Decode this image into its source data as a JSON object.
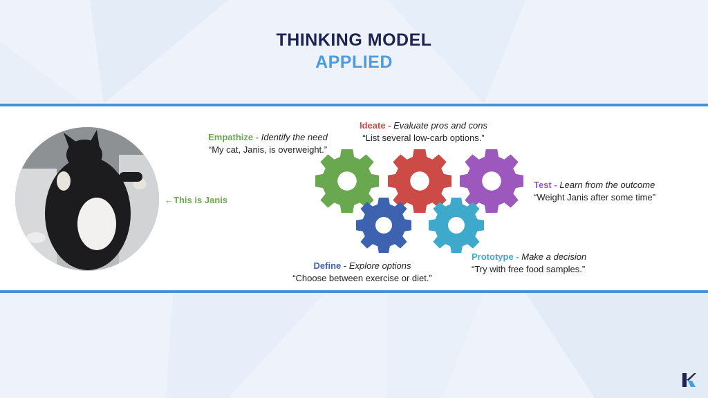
{
  "slide": {
    "title_line1": "THINKING MODEL",
    "title_line2": "APPLIED",
    "cat_label": "←This is Janis"
  },
  "stages": {
    "empathize": {
      "name": "Empathize",
      "separator": " - ",
      "description": "Identify the need",
      "quote": "“My cat, Janis, is overweight.”",
      "color": "#6aa84f"
    },
    "ideate": {
      "name": "Ideate",
      "separator": " - ",
      "description": "Evaluate pros and cons",
      "quote": "“List several low-carb options.”",
      "color": "#cc4b47"
    },
    "test": {
      "name": "Test",
      "separator": " - ",
      "description": "Learn from the outcome",
      "quote": "“Weight Janis after some time”",
      "color": "#9d58bd"
    },
    "define": {
      "name": "Define",
      "separator": " - ",
      "description": "Explore options",
      "quote": "“Choose between exercise or diet.”",
      "color": "#3d63b0"
    },
    "prototype": {
      "name": "Prototype",
      "separator": " - ",
      "description": "Make a decision",
      "quote": "“Try with free food samples.”",
      "color": "#3fa9cc"
    }
  },
  "colors": {
    "title_dark": "#1e2451",
    "title_accent": "#4a9ce3",
    "band_border": "#4a90d9",
    "background": "#eef3fb"
  },
  "icons": {
    "gear": "gear-icon",
    "logo": "k-logo-icon"
  }
}
